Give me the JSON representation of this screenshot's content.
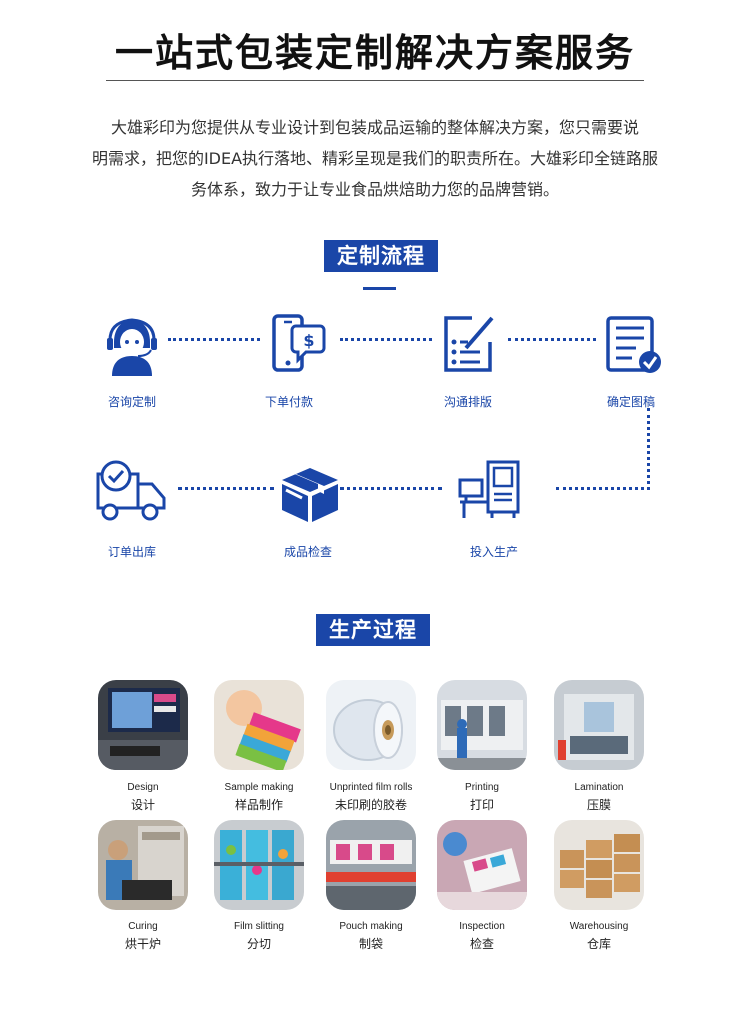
{
  "header": {
    "title": "一站式包装定制解决方案服务",
    "intro_lines": [
      "大雄彩印为您提供从专业设计到包装成品运输的整体解决方案，您只需要说",
      "明需求，把您的IDEA执行落地、精彩呈现是我们的职责所在。大雄彩印全链路服",
      "务体系，致力于让专业食品烘焙助力您的品牌营销。"
    ]
  },
  "flow": {
    "badge": "定制流程",
    "steps": [
      {
        "label": "咨询定制",
        "icon": "customer-service-icon"
      },
      {
        "label": "下单付款",
        "icon": "phone-payment-icon"
      },
      {
        "label": "沟通排版",
        "icon": "layout-edit-icon"
      },
      {
        "label": "确定图稿",
        "icon": "document-check-icon"
      },
      {
        "label": "投入生产",
        "icon": "production-machine-icon"
      },
      {
        "label": "成品检查",
        "icon": "package-box-icon"
      },
      {
        "label": "订单出库",
        "icon": "delivery-truck-icon"
      }
    ],
    "accent": "#1a46a8"
  },
  "production": {
    "badge": "生产过程",
    "items": [
      {
        "en": "Design",
        "zh": "设计"
      },
      {
        "en": "Sample making",
        "zh": "样品制作"
      },
      {
        "en": "Unprinted film rolls",
        "zh": "未印刷的胶卷"
      },
      {
        "en": "Printing",
        "zh": "打印"
      },
      {
        "en": "Lamination",
        "zh": "压膜"
      },
      {
        "en": "Curing",
        "zh": "烘干炉"
      },
      {
        "en": "Film slitting",
        "zh": "分切"
      },
      {
        "en": "Pouch making",
        "zh": "制袋"
      },
      {
        "en": "Inspection",
        "zh": "检查"
      },
      {
        "en": "Warehousing",
        "zh": "仓库"
      }
    ]
  }
}
